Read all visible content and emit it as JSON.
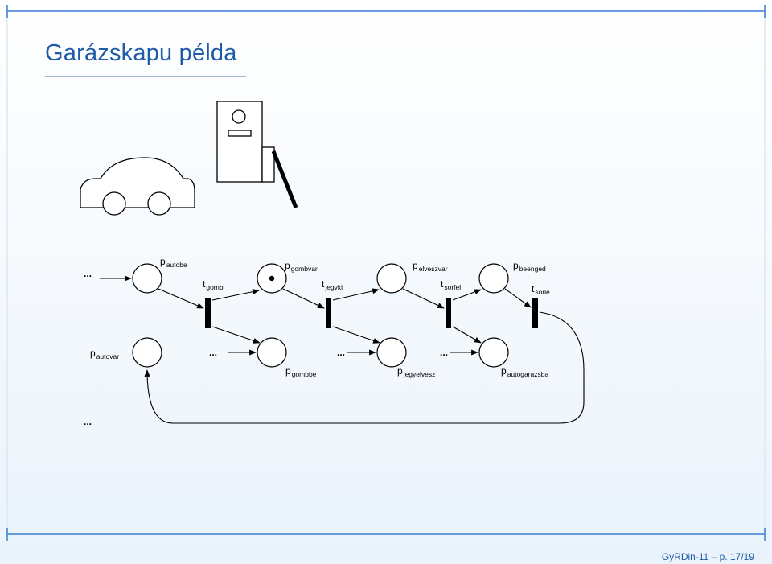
{
  "title": "Garázskapu példa",
  "footer": "GyRDin-11 – p. 17/19",
  "ellipsis": "...",
  "places": {
    "autobe": {
      "p": "p",
      "sub": "autobe"
    },
    "gombvar": {
      "p": "p",
      "sub": "gombvar"
    },
    "elveszvar": {
      "p": "p",
      "sub": "elveszvar"
    },
    "beenged": {
      "p": "p",
      "sub": "beenged"
    },
    "autovar": {
      "p": "p",
      "sub": "autovar"
    },
    "gombbe": {
      "p": "p",
      "sub": "gombbe"
    },
    "jegyelvesz": {
      "p": "p",
      "sub": "jegyelvesz"
    },
    "autogarazsba": {
      "p": "p",
      "sub": "autogarazsba"
    }
  },
  "transitions": {
    "gomb": {
      "t": "t",
      "sub": "gomb"
    },
    "jegyki": {
      "t": "t",
      "sub": "jegyki"
    },
    "sorfel": {
      "t": "t",
      "sub": "sorfel"
    },
    "sorle": {
      "t": "t",
      "sub": "sorle"
    }
  },
  "colors": {
    "title": "#1f5ba8",
    "frame": "#3a7bd5"
  }
}
